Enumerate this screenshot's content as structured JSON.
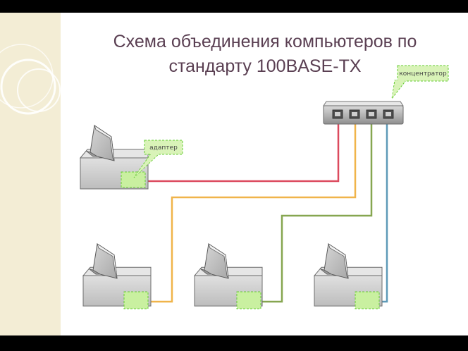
{
  "title": {
    "line1": "Схема объединения компьютеров по",
    "line2": "стандарту 100BASE-TX"
  },
  "labels": {
    "hub": "концентратор",
    "adapter": "адаптер"
  },
  "colors": {
    "cable_red": "#dc4a5e",
    "cable_orange": "#f0b44a",
    "cable_green": "#86a650",
    "cable_blue": "#5e9ab8",
    "accent_title": "#5a3f52",
    "callout_fill": "#d9f3b8",
    "callout_border": "#66cc33"
  },
  "nodes": [
    {
      "name": "hub",
      "icon": "hub-icon"
    },
    {
      "name": "computer-1",
      "icon": "computer-icon"
    },
    {
      "name": "computer-2",
      "icon": "computer-icon"
    },
    {
      "name": "computer-3",
      "icon": "computer-icon"
    },
    {
      "name": "computer-4",
      "icon": "computer-icon"
    }
  ],
  "links": [
    {
      "from": "computer-1",
      "to": "hub",
      "color": "red"
    },
    {
      "from": "computer-2",
      "to": "hub",
      "color": "orange"
    },
    {
      "from": "computer-3",
      "to": "hub",
      "color": "green"
    },
    {
      "from": "computer-4",
      "to": "hub",
      "color": "blue"
    }
  ]
}
